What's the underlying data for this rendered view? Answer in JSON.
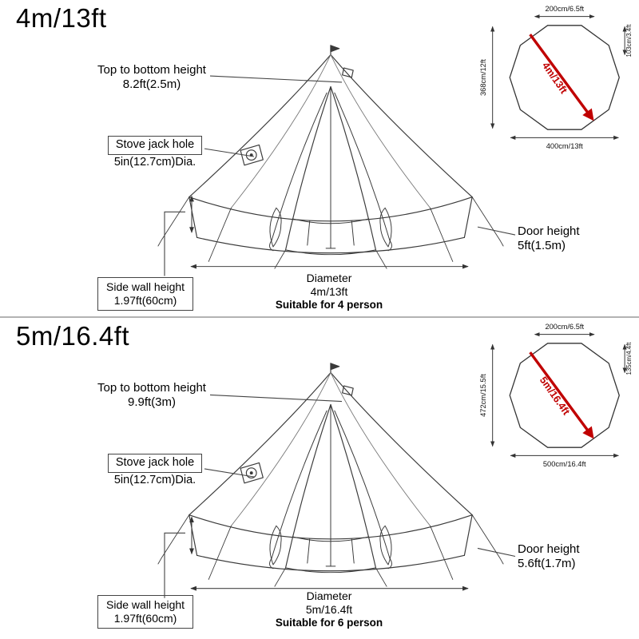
{
  "colors": {
    "line": "#3a3a3a",
    "annotation": "#333333",
    "red_arrow": "#c00000",
    "divider": "#b3b3b3",
    "background": "#ffffff"
  },
  "sections": [
    {
      "title": "4m/13ft",
      "annotations": {
        "top_height_label": "Top to bottom height",
        "top_height_value": "8.2ft(2.5m)",
        "stove_label": "Stove jack hole",
        "stove_value": "5in(12.7cm)Dia.",
        "side_wall_label": "Side wall height",
        "side_wall_value": "1.97ft(60cm)",
        "door_label": "Door height",
        "door_value": "5ft(1.5m)",
        "diameter_label": "Diameter",
        "diameter_value": "4m/13ft",
        "suitable": "Suitable for 4 person"
      },
      "plan": {
        "top": "200cm/6.5ft",
        "right": "103cm/3.4ft",
        "left": "368cm/12ft",
        "bottom": "400cm/13ft",
        "diagonal": "4m/13ft"
      }
    },
    {
      "title": "5m/16.4ft",
      "annotations": {
        "top_height_label": "Top to bottom height",
        "top_height_value": "9.9ft(3m)",
        "stove_label": "Stove jack hole",
        "stove_value": "5in(12.7cm)Dia.",
        "side_wall_label": "Side wall height",
        "side_wall_value": "1.97ft(60cm)",
        "door_label": "Door height",
        "door_value": "5.6ft(1.7m)",
        "diameter_label": "Diameter",
        "diameter_value": "5m/16.4ft",
        "suitable": "Suitable for 6 person"
      },
      "plan": {
        "top": "200cm/6.5ft",
        "right": "135cm/4.4ft",
        "left": "472cm/15.5ft",
        "bottom": "500cm/16.4ft",
        "diagonal": "5m/16.4ft"
      }
    }
  ]
}
